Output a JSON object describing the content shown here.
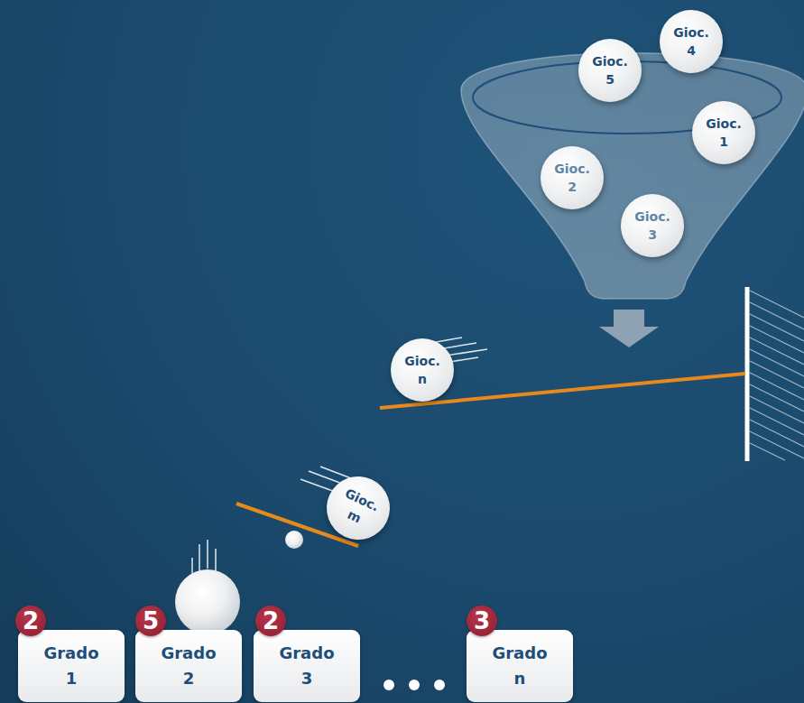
{
  "diagram": {
    "nodes": [
      {
        "text": [
          "Gioc. 4"
        ]
      },
      {
        "text": [
          "Gioc. 5"
        ]
      },
      {
        "text": [
          "Gioc. 1"
        ]
      },
      {
        "text": [
          "Gioc. 2"
        ]
      },
      {
        "text": [
          "Gioc. 3"
        ]
      },
      {
        "text": [
          "Gioc. n"
        ]
      },
      {
        "text": [
          "Gioc. m"
        ]
      },
      {
        "text": [
          "Grado 1"
        ]
      },
      {
        "text": [
          "Grado 2"
        ]
      },
      {
        "text": [
          "Grado 3"
        ]
      },
      {
        "text": [
          "Grado n"
        ]
      }
    ],
    "labels": [
      "2",
      "5",
      "2",
      "3"
    ]
  }
}
